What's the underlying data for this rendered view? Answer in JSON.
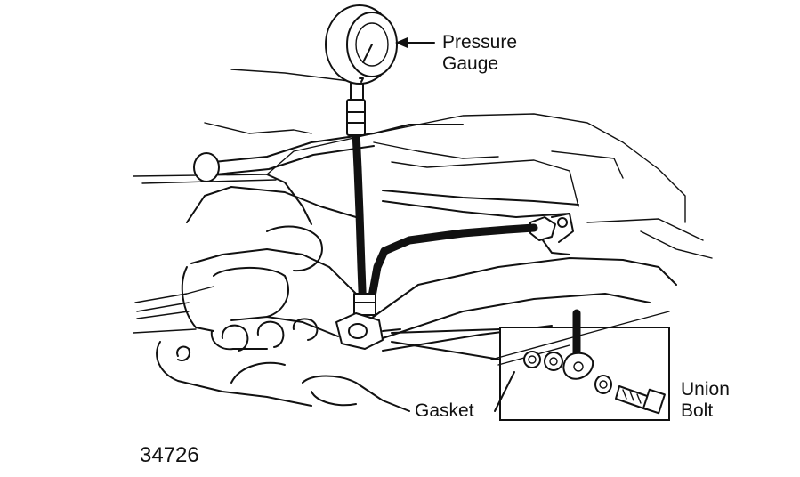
{
  "labels": {
    "pressure_gauge_line1": "Pressure",
    "pressure_gauge_line2": "Gauge",
    "gasket": "Gasket",
    "union_bolt_line1": "Union",
    "union_bolt_line2": "Bolt",
    "figure_number": "34726"
  },
  "colors": {
    "ink": "#111111",
    "paper": "#ffffff"
  }
}
